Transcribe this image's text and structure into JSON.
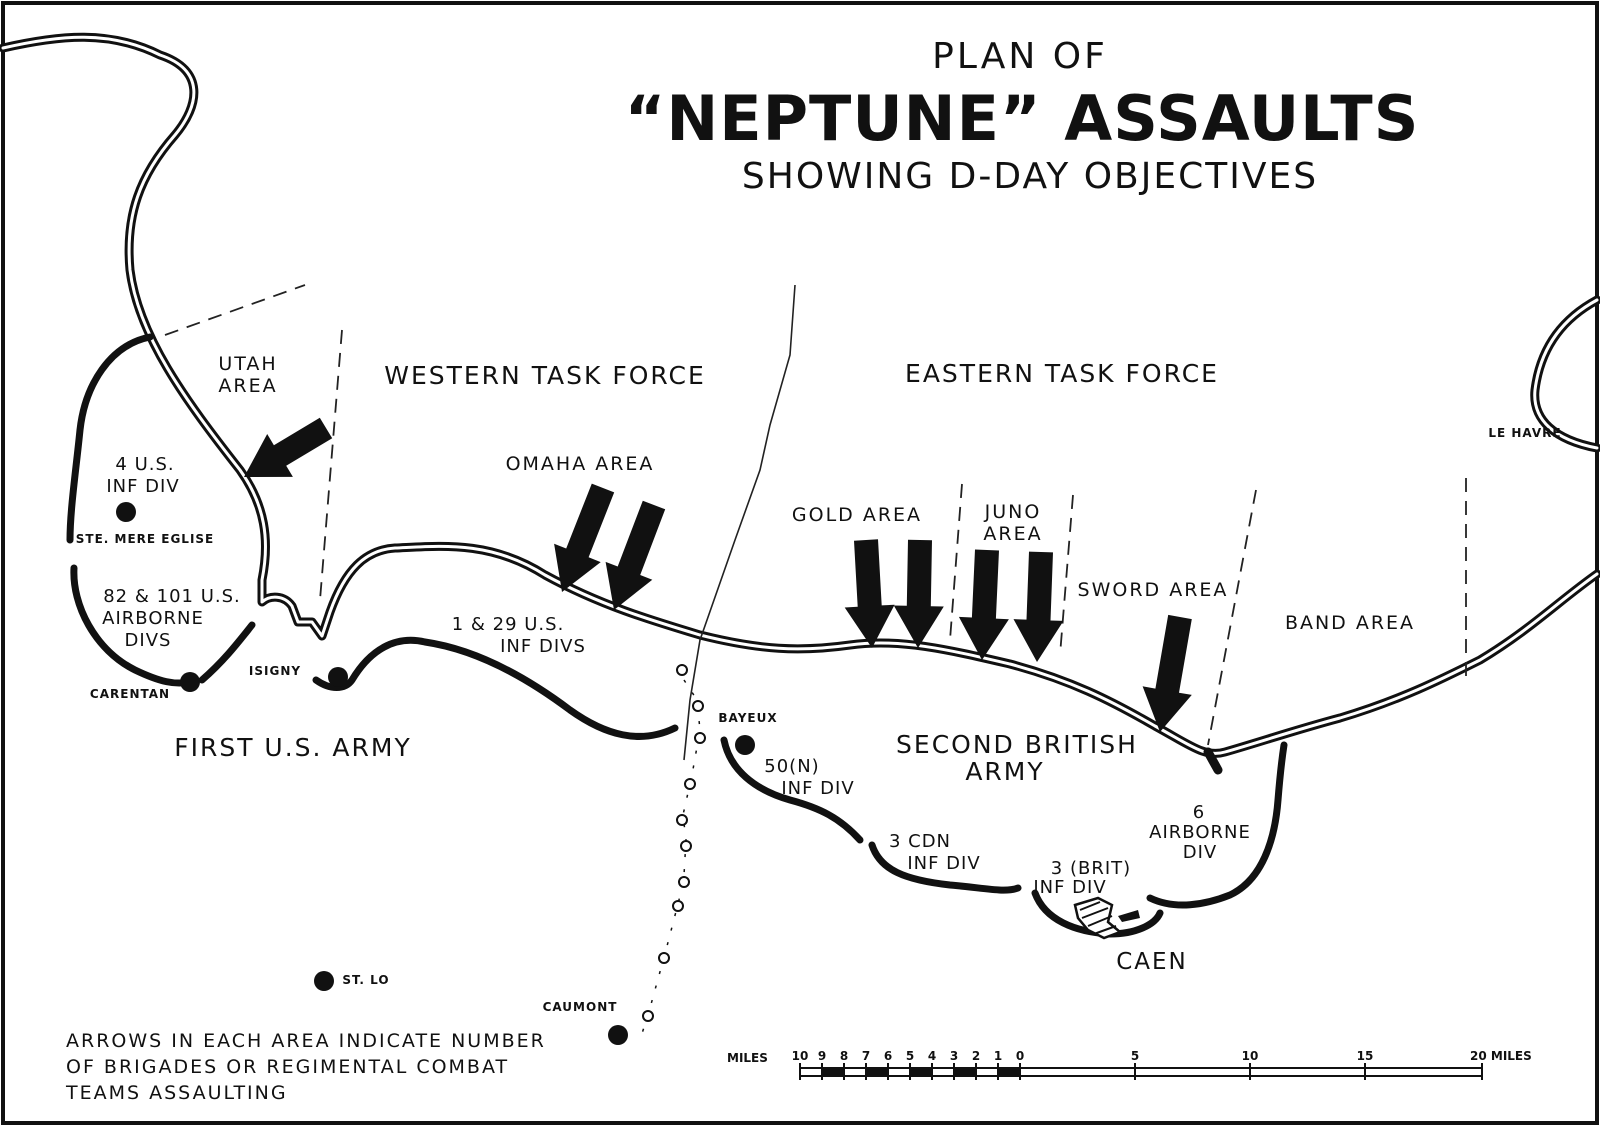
{
  "title": {
    "line1": "PLAN OF",
    "line2": "“NEPTUNE” ASSAULTS",
    "line3": "SHOWING D-DAY OBJECTIVES"
  },
  "task_forces": {
    "western": "WESTERN TASK FORCE",
    "eastern": "EASTERN TASK FORCE"
  },
  "areas": {
    "utah": [
      "UTAH",
      "AREA"
    ],
    "omaha": "OMAHA AREA",
    "gold": "GOLD AREA",
    "juno": [
      "JUNO",
      "AREA"
    ],
    "sword": "SWORD AREA",
    "band": "BAND AREA"
  },
  "armies": {
    "first_us": "FIRST U.S. ARMY",
    "second_british": [
      "SECOND BRITISH",
      "ARMY"
    ]
  },
  "divisions": {
    "us4": [
      "4 U.S.",
      "INF DIV"
    ],
    "airborne_us": [
      "82 & 101 U.S.",
      "AIRBORNE",
      "DIVS"
    ],
    "us1_29": [
      "1 & 29 U.S.",
      "INF DIVS"
    ],
    "brit50": [
      "50(N)",
      "INF DIV"
    ],
    "cdn3": [
      "3 CDN",
      "INF DIV"
    ],
    "brit3": [
      "3 (BRIT)",
      "INF DIV"
    ],
    "airborne6": [
      "6",
      "AIRBORNE",
      "DIV"
    ]
  },
  "towns": {
    "ste_mere_eglise": "STE. MERE EGLISE",
    "carentan": "CARENTAN",
    "isigny": "ISIGNY",
    "bayeux": "BAYEUX",
    "st_lo": "ST. LO",
    "caumont": "CAUMONT",
    "le_havre": "LE HAVRE",
    "caen": "CAEN"
  },
  "note": [
    "ARROWS IN EACH AREA INDICATE NUMBER",
    "OF BRIGADES OR REGIMENTAL COMBAT",
    "TEAMS ASSAULTING"
  ],
  "scale": {
    "label_left": "MILES",
    "ticks_left": [
      "10",
      "9",
      "8",
      "7",
      "6",
      "5",
      "4",
      "3",
      "2",
      "1",
      "0"
    ],
    "ticks_right": [
      "5",
      "10",
      "15"
    ],
    "label_right": "20 MILES"
  },
  "arrow_counts": {
    "utah": 1,
    "omaha": 2,
    "gold": 2,
    "juno": 2,
    "sword": 1,
    "band": 0
  },
  "colors": {
    "ink": "#111111",
    "paper": "#ffffff"
  }
}
